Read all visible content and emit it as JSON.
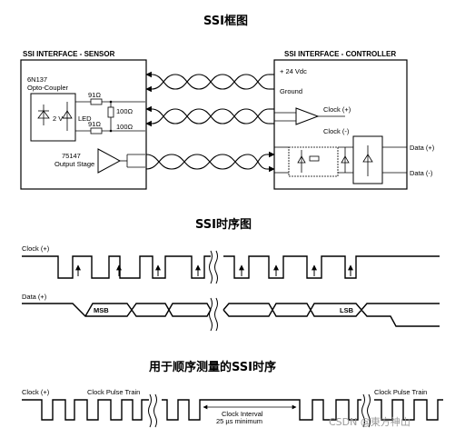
{
  "titles": {
    "block": "SSI框图",
    "timing": "SSI时序图",
    "measure": "用于顺序测量的SSI时序"
  },
  "sensor": {
    "header": "SSI INTERFACE - SENSOR",
    "optocoupler_part": "6N137",
    "optocoupler_label": "Opto-Coupler",
    "zener": "2 V",
    "led": "LED",
    "r1": "91Ω",
    "r2": "91Ω",
    "r3": "100Ω",
    "r4": "100Ω",
    "stage_part": "75147",
    "stage_label": "Output Stage"
  },
  "controller": {
    "header": "SSI INTERFACE - CONTROLLER",
    "vdc": "+ 24 Vdc",
    "ground": "Ground",
    "clock_plus": "Clock (+)",
    "clock_minus": "Clock (-)",
    "data_plus": "Data (+)",
    "data_minus": "Data (-)"
  },
  "timing": {
    "clock": "Clock (+)",
    "data": "Data (+)",
    "msb": "MSB",
    "lsb": "LSB"
  },
  "measure": {
    "clock": "Clock (+)",
    "pulse_train_1": "Clock Pulse Train",
    "pulse_train_2": "Clock Pulse Train",
    "interval": "Clock Interval",
    "interval_min": "25 µs minimum"
  },
  "watermark": "CSDN @東方神山"
}
